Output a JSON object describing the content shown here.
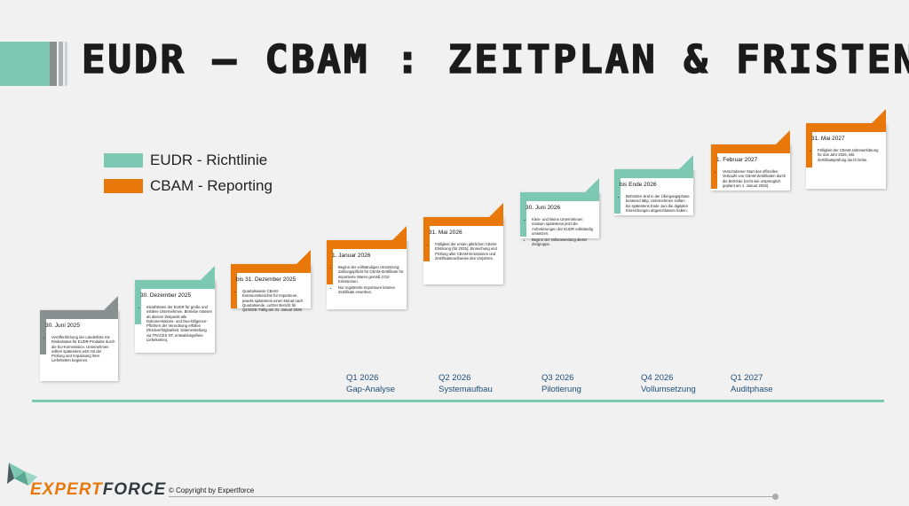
{
  "title": "EUDR – CBAM : ZEITPLAN & FRISTEN",
  "colors": {
    "eudr": "#7cc8b3",
    "cbam": "#e8780a",
    "grey": "#8a8f8f",
    "quarter_text": "#1f4e79"
  },
  "legend": [
    {
      "label": "EUDR - Richtlinie",
      "color": "#7cc8b3"
    },
    {
      "label": "CBAM - Reporting",
      "color": "#e8780a"
    }
  ],
  "milestones": [
    {
      "date": "30. Juni 2025",
      "type": "grey",
      "items": [
        "Veröffentlichung der Länderliste mit Risikostatus für EUDR-Produkte durch die EU-Kommission. Unternehmen sollten spätestens jetzt mit der Prüfung und Anpassung ihrer Lieferketten beginnen."
      ]
    },
    {
      "date": "30. Dezember 2025",
      "type": "eudr",
      "items": [
        "Inkrafttreten der EUDR für große und mittlere Unternehmen. Betriebe müssen ab diesem Zeitpunkt alle Dokumentations- und Due-Diligence-Pflichten der Verordnung erfüllen (Rückverfolgbarkeit, Datenerstellung via TRACES NT, entwaldungsfreie Lieferketten)."
      ]
    },
    {
      "date": "bis 31. Dezember 2025",
      "type": "cbam",
      "items": [
        "Quartalsweise CBAM-Emissionsberichte für Importeure, jeweils spätestens einen Monat nach Quartalsende. Letzter Bericht für Q4/2025: Fällig am 31. Januar 2026."
      ]
    },
    {
      "date": "1. Januar 2026",
      "type": "cbam",
      "items": [
        "Beginn der vollständigen Umsetzung: Zahlungspflicht für CBAM-Zertifikate für importierte Waren gemäß CO2-Emissionen.",
        "Nur registrierte Importeure können Zertifikate erwerben."
      ]
    },
    {
      "date": "31. Mai 2026",
      "type": "cbam",
      "items": [
        "Fälligkeit der ersten jährlichen CBAM-Erklärung (für 2025); Einreichung und Prüfung aller CBAM-Emissionen und Zertifikatsnachweise des Vorjahres."
      ]
    },
    {
      "date": "30. Juni 2026",
      "type": "eudr",
      "items": [
        "Klein- und kleine Unternehmen müssen spätestens jetzt die Anforderungen der EUDR vollständig umsetzen.",
        "Beginn der Vollanwendung dieser Zielgruppe."
      ]
    },
    {
      "date": "bis Ende 2026",
      "type": "eudr",
      "items": [
        "Behörden sind in der Übergangsphase beratend tätig. Unternehmen sollten bis spätestens Ende Juni die digitalen Einreichungen abgeschlossen haben."
      ]
    },
    {
      "date": "1. Februar 2027",
      "type": "cbam",
      "items": [
        "Verschobener Start des offiziellen Verkaufs von CBAM-Zertifikaten durch die Behörde (nicht wie ursprünglich geplant am 1. Januar 2026)."
      ]
    },
    {
      "date": "31. Mai 2027",
      "type": "cbam",
      "items": [
        "Fälligkeit der CBAM-Jahreserklärung für das Jahr 2026, inkl. Zertifikatsprüfung durch Dritte."
      ]
    }
  ],
  "quarters": [
    {
      "period": "Q1 2026",
      "phase": "Gap-Analyse"
    },
    {
      "period": "Q2 2026",
      "phase": "Systemaufbau"
    },
    {
      "period": "Q3 2026",
      "phase": "Pilotierung"
    },
    {
      "period": "Q4 2026",
      "phase": "Vollumsetzung"
    },
    {
      "period": "Q1 2027",
      "phase": "Auditphase"
    }
  ],
  "footer": {
    "logo_left": "EXPERT",
    "logo_right": "FORCE",
    "copyright": "© Copyright by Expertforce"
  }
}
